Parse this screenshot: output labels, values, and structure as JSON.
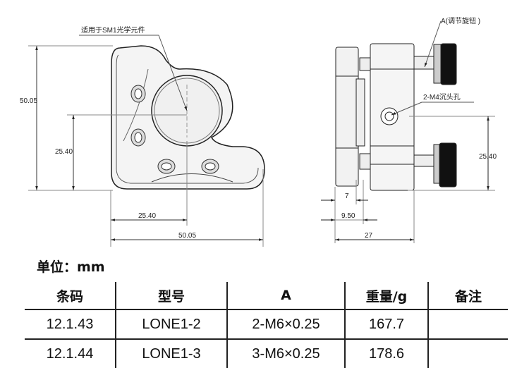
{
  "drawing": {
    "front_view": {
      "callout": "适用于SM1光学元件",
      "dim_height_total": "50.05",
      "dim_height_center": "25.40",
      "dim_width_center": "25.40",
      "dim_width_total": "50.05"
    },
    "side_view": {
      "callout_knob": "A(调节旋钮 )",
      "callout_hole": "2-M4沉头孔",
      "dim_height_center": "25.40",
      "dim_7": "7",
      "dim_9_50": "9.50",
      "dim_27": "27"
    }
  },
  "unit_label": "单位：mm",
  "table": {
    "headers": [
      "条码",
      "型号",
      "A",
      "重量/g",
      "备注"
    ],
    "rows": [
      [
        "12.1.43",
        "LONE1-2",
        "2-M6×0.25",
        "167.7",
        ""
      ],
      [
        "12.1.44",
        "LONE1-3",
        "3-M6×0.25",
        "178.6",
        ""
      ]
    ]
  }
}
